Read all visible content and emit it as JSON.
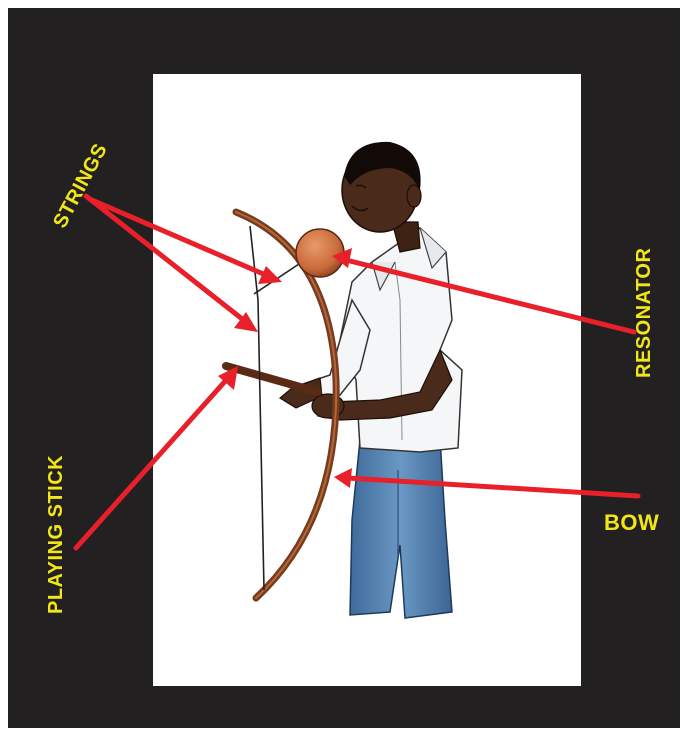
{
  "labels": {
    "strings": "STRINGS",
    "resonator": "RESONATOR",
    "playing_stick": "PLAYING STICK",
    "bow": "BOW"
  },
  "colors": {
    "background": "#222020",
    "panel": "#ffffff",
    "label": "#f2e618",
    "arrow": "#e8202a",
    "bow_wood": "#7a3a1e",
    "gourd": "#c8693a",
    "skin": "#4a2a1a",
    "shirt": "#f4f6f8",
    "jeans": "#4a78a8"
  },
  "icons": [
    "arrow-icon"
  ]
}
